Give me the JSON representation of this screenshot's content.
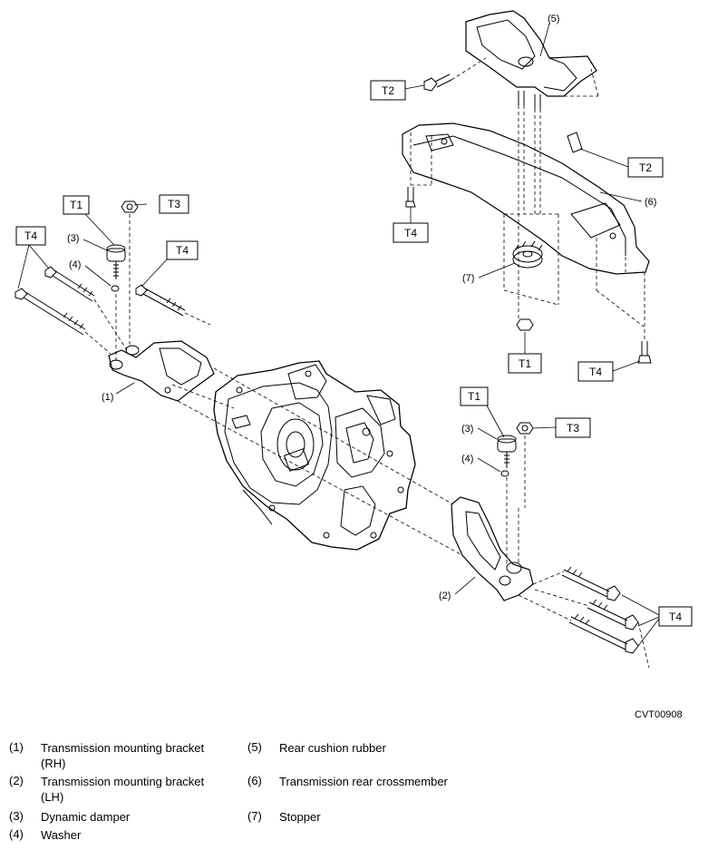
{
  "figure_code": "CVT00908",
  "torque_labels": {
    "t1": "T1",
    "t2": "T2",
    "t3": "T3",
    "t4": "T4"
  },
  "callouts": {
    "c1": "(1)",
    "c2": "(2)",
    "c3": "(3)",
    "c4": "(4)",
    "c5": "(5)",
    "c6": "(6)",
    "c7": "(7)"
  },
  "legend": [
    {
      "num": "(1)",
      "text": "Transmission mounting bracket (RH)"
    },
    {
      "num": "(2)",
      "text": "Transmission mounting bracket (LH)"
    },
    {
      "num": "(3)",
      "text": "Dynamic damper"
    },
    {
      "num": "(4)",
      "text": "Washer"
    },
    {
      "num": "(5)",
      "text": "Rear cushion rubber"
    },
    {
      "num": "(6)",
      "text": "Transmission rear crossmember"
    },
    {
      "num": "(7)",
      "text": "Stopper"
    }
  ]
}
